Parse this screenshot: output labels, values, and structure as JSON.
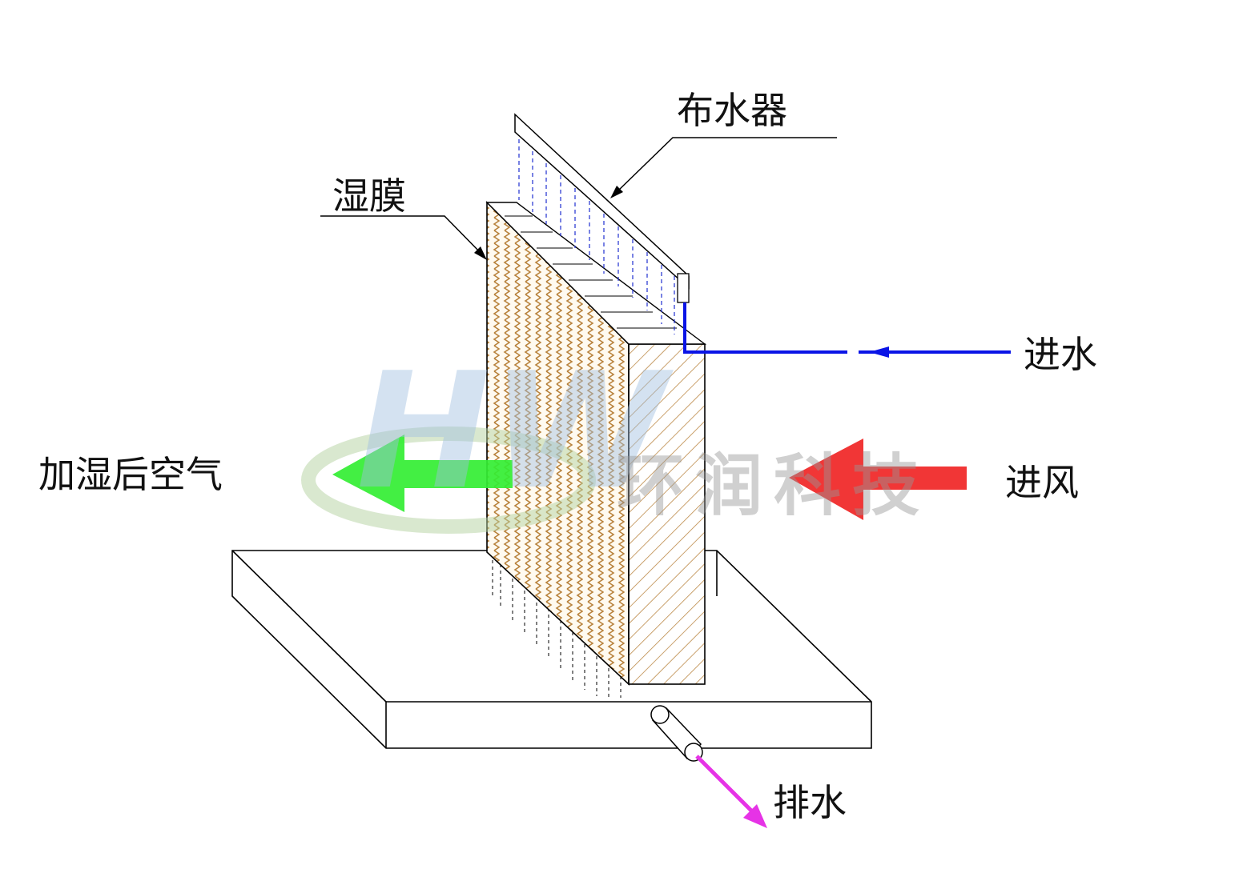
{
  "labels": {
    "distributor": "布水器",
    "pad": "湿膜",
    "water_in": "进水",
    "air_in": "进风",
    "air_out": "加湿后空气",
    "drain": "排水"
  },
  "watermark": {
    "logo": "HW",
    "text": "环润科技"
  },
  "colors": {
    "water": "#0a14e6",
    "air_in": "#f01e1e",
    "air_out": "#2ee62e",
    "drain": "#e633e6",
    "pad": "#b8823c"
  }
}
